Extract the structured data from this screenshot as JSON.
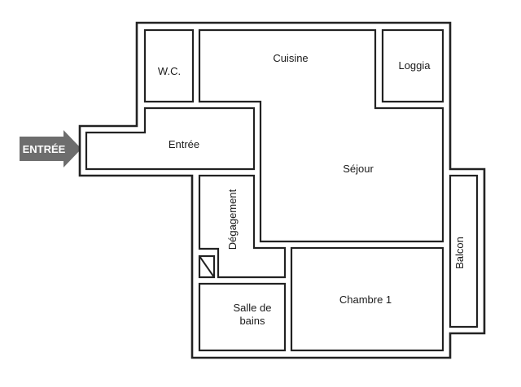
{
  "entry_marker": {
    "label": "ENTRÉE",
    "color": "#6d6d6d"
  },
  "rooms": {
    "wc": "W.C.",
    "cuisine": "Cuisine",
    "loggia": "Loggia",
    "entree": "Entrée",
    "sejour": "Séjour",
    "degagement": "Dégagement",
    "balcon": "Balcon",
    "chambre": "Chambre 1",
    "salle_de_bains": [
      "Salle de",
      "bains"
    ]
  },
  "colors": {
    "walls": "#222222",
    "background": "#ffffff"
  }
}
